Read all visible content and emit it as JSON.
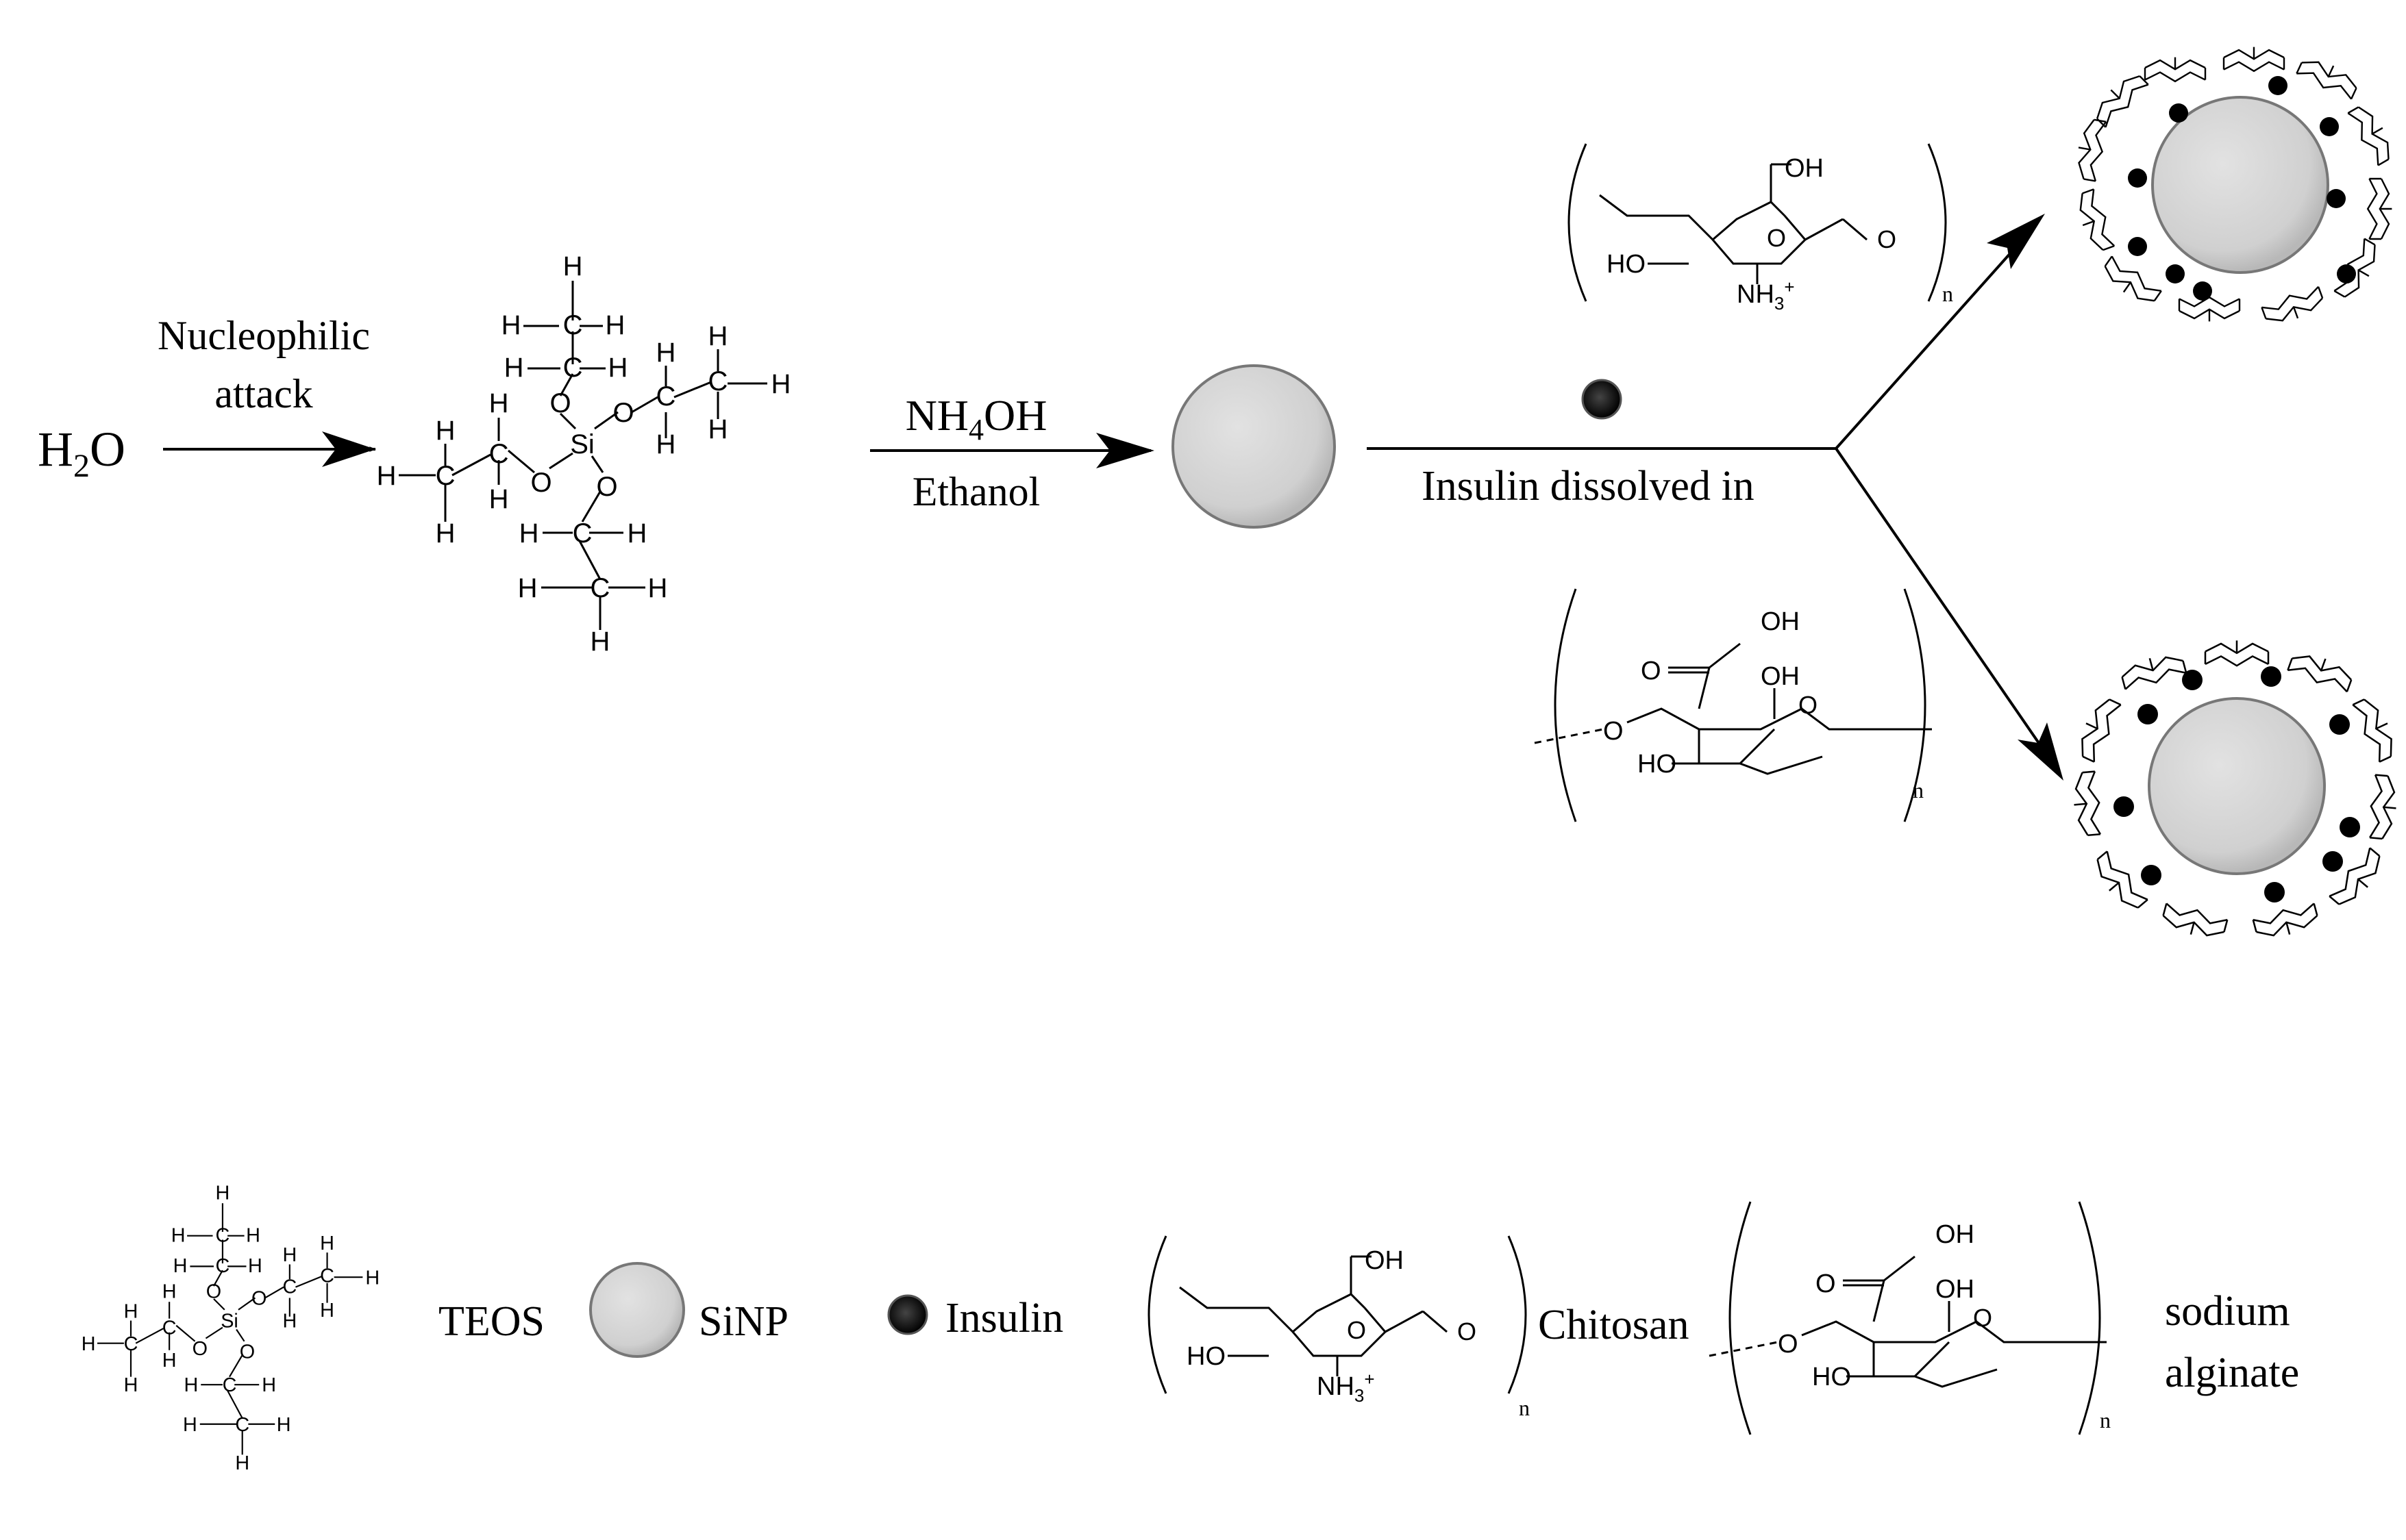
{
  "reaction": {
    "reactant_water": {
      "base": "H",
      "sub": "2",
      "rest": "O"
    },
    "step1_label_line1": "Nucleophilic",
    "step1_label_line2": "attack",
    "step2_reagent": {
      "base": "NH",
      "sub": "4",
      "rest": "OH"
    },
    "step2_solvent": "Ethanol",
    "insulin_label": "Insulin dissolved in"
  },
  "atoms": {
    "H": "H",
    "C": "C",
    "O": "O",
    "Si": "Si",
    "OH": "OH",
    "HO": "HO",
    "NH2": "NH",
    "n": "n",
    "nh3": {
      "base": "NH",
      "sub": "3",
      "sup": "+"
    }
  },
  "legend": {
    "teos": "TEOS",
    "sinp": "SiNP",
    "insulin": "Insulin",
    "chitosan": "Chitosan",
    "alginate_line1": "sodium",
    "alginate_line2": "alginate"
  },
  "colors": {
    "particle_fill": "#d3d3d3",
    "particle_stroke": "#7a7a7a",
    "insulin_dot": "#000000",
    "line": "#000000"
  }
}
